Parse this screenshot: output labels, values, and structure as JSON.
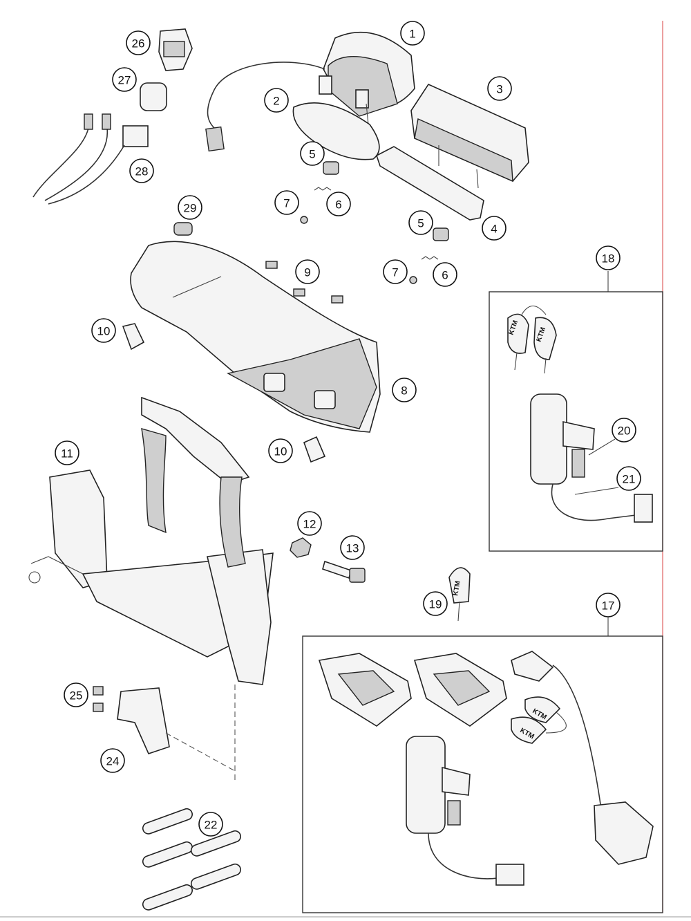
{
  "diagram": {
    "callouts": [
      "1",
      "2",
      "3",
      "4",
      "5",
      "5",
      "6",
      "6",
      "7",
      "7",
      "8",
      "9",
      "10",
      "10",
      "11",
      "12",
      "13",
      "17",
      "18",
      "19",
      "20",
      "21",
      "22",
      "24",
      "25",
      "26",
      "27",
      "28",
      "29"
    ],
    "key_brand": "KTM"
  },
  "colors": {
    "edge_line": "#e06060",
    "ink": "#222222"
  }
}
